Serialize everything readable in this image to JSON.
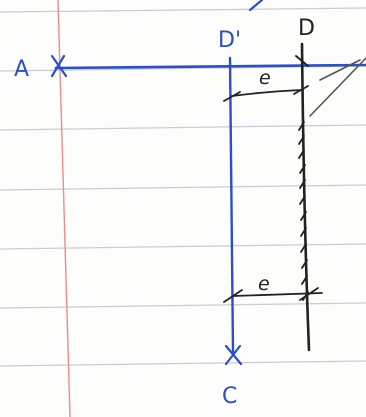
{
  "labels": {
    "point_a": "A",
    "point_d_prime": "D'",
    "point_d": "D",
    "point_c": "C",
    "distance_top": "e",
    "distance_bottom": "e"
  },
  "colors": {
    "paper": "#fdfdfb",
    "ruled_line": "#c9ccd4",
    "margin_line": "#f08a8a",
    "blue_ink": "#2c4ec8",
    "black_ink": "#222222"
  }
}
